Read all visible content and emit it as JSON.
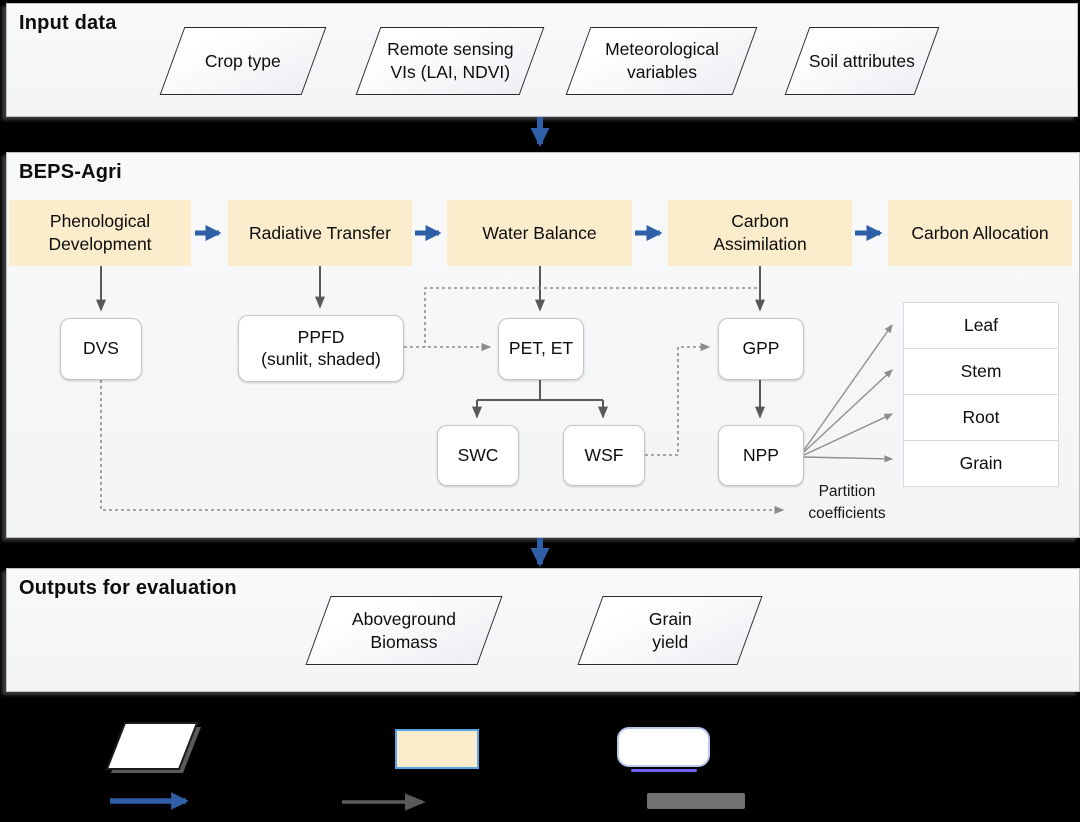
{
  "input_section": {
    "title": "Input data",
    "items": [
      {
        "label": "Crop type"
      },
      {
        "label": "Remote sensing\nVIs (LAI, NDVI)"
      },
      {
        "label": "Meteorological\nvariables"
      },
      {
        "label": "Soil attributes"
      }
    ]
  },
  "model_section": {
    "title": "BEPS-Agri",
    "modules": [
      {
        "label": "Phenological\nDevelopment"
      },
      {
        "label": "Radiative Transfer"
      },
      {
        "label": "Water Balance"
      },
      {
        "label": "Carbon\nAssimilation"
      },
      {
        "label": "Carbon Allocation"
      }
    ],
    "variables": [
      {
        "label": "DVS"
      },
      {
        "label": "PPFD\n(sunlit, shaded)"
      },
      {
        "label": "PET, ET"
      },
      {
        "label": "GPP"
      },
      {
        "label": "SWC"
      },
      {
        "label": "WSF"
      },
      {
        "label": "NPP"
      }
    ],
    "pools": [
      "Leaf",
      "Stem",
      "Root",
      "Grain"
    ],
    "annotation": "Partition\ncoefficients"
  },
  "output_section": {
    "title": "Outputs for evaluation",
    "items": [
      {
        "label": "Aboveground\nBiomass"
      },
      {
        "label": "Grain\nyield"
      }
    ]
  },
  "legend": {
    "shapes": [
      {
        "name": "parallelogram-sample"
      },
      {
        "name": "module-box-sample"
      },
      {
        "name": "variable-box-sample"
      },
      {
        "name": "blue-flow-arrow-sample"
      },
      {
        "name": "gray-solid-arrow-sample"
      },
      {
        "name": "gray-dashed-bar-sample"
      }
    ]
  },
  "colors": {
    "page_background": "#000000",
    "panel_background": "#f5f6f8",
    "module_fill": "#fbeccb",
    "flow_arrow_blue": "#2f5fa7",
    "connector_gray": "#595959",
    "dashed_connector_gray": "#8c8c8c",
    "legend_selection_blue": "#58a6e8",
    "legend_underline_purple": "#6f62e8"
  }
}
